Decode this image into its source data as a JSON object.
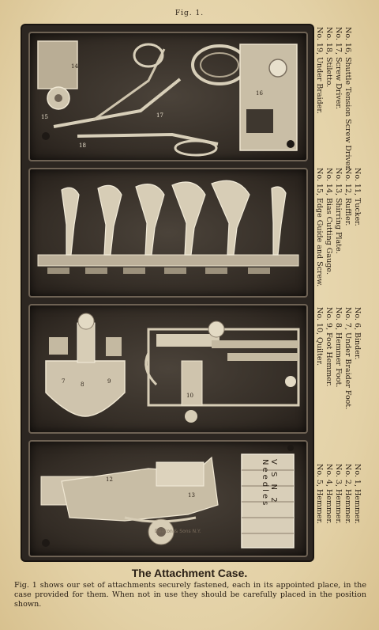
{
  "figure_label": "Fig. 1.",
  "captions": {
    "panel1": [
      "No. 16, Shuttle Tension Screw Driver.",
      "No. 17, Screw Driver.",
      "No. 18, Stiletto.",
      "No. 19, Under Braider."
    ],
    "panel2": [
      "No. 11, Tucker.",
      "No. 12, Ruffler.",
      "No. 13, Shirring Plate.",
      "No. 14, Bias Cutting Gauge.",
      "No. 15, Edge Guide and Screw."
    ],
    "panel3": [
      "No. 6, Binder.",
      "No. 7, Under Braider Foot.",
      "No. 8, Hemmer Foot.",
      "No. 9, Foot Hemmer.",
      "No. 10, Quilter."
    ],
    "panel4": [
      "No. 1, Hemmer.",
      "No. 2, Hemmer.",
      "No. 3, Hemmer.",
      "No. 4, Hemmer.",
      "No. 5, Hemmer."
    ]
  },
  "needle_box_label": "V S N 2 Needles",
  "part_numbers": {
    "p1": [
      "14",
      "15",
      "16",
      "17",
      "18"
    ],
    "p3": [
      "7",
      "8",
      "9",
      "10"
    ],
    "p4": [
      "12",
      "13"
    ]
  },
  "engraver_mark": "Deacon & Sons N.Y.",
  "heading": "The Attachment Case.",
  "body": "Fig. 1 shows our set of attachments securely fastened, each in its appointed place, in the case provided for them.  When not in use they should be carefully placed in the position shown."
}
